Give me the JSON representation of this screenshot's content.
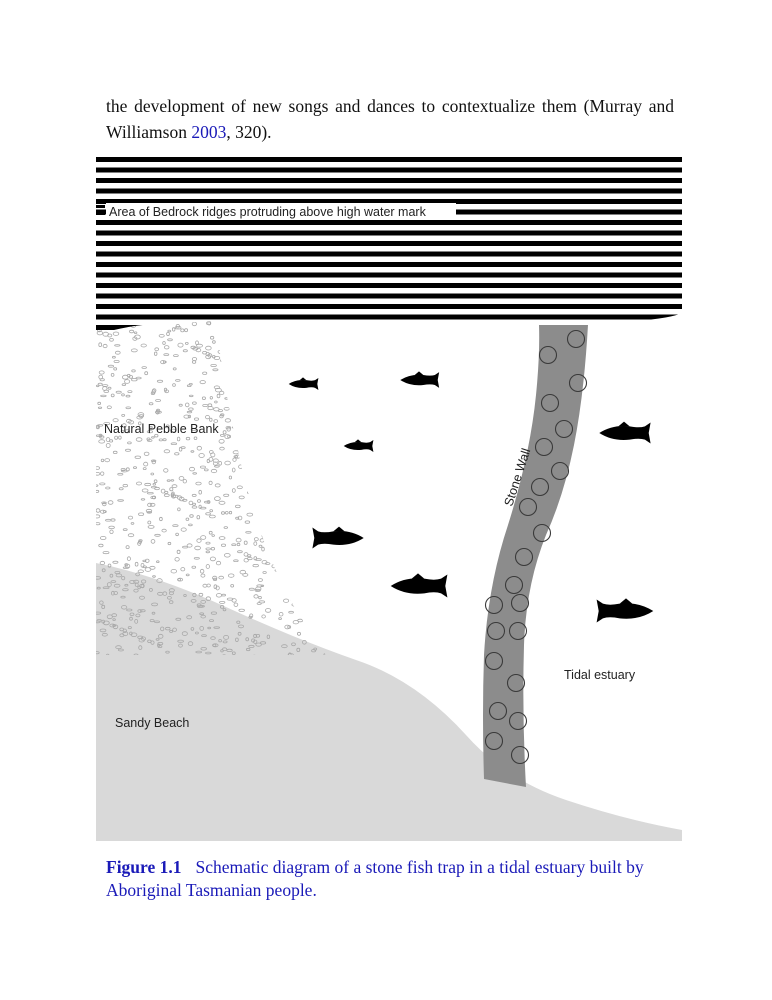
{
  "body_text": {
    "before_link": "the development of new songs and dances to contextualize them (Murray and Williamson ",
    "link_year": "2003",
    "after_link": ", 320)."
  },
  "figure": {
    "labels": {
      "bedrock": "Area of Bedrock ridges protruding above high water mark",
      "pebble_bank": "Natural Pebble Bank",
      "stone_wall": "Stone Wall",
      "tidal_estuary": "Tidal estuary",
      "sandy_beach": "Sandy Beach"
    },
    "colors": {
      "stripes": "#000000",
      "stone_wall": "#8c8c8c",
      "beach": "#d9d9d9",
      "pebble": "#a8a8a8",
      "fish": "#000000"
    }
  },
  "caption": {
    "label": "Figure 1.1",
    "text": "Schematic diagram of a stone fish trap in a tidal estuary built by Aboriginal Tasmanian people."
  }
}
